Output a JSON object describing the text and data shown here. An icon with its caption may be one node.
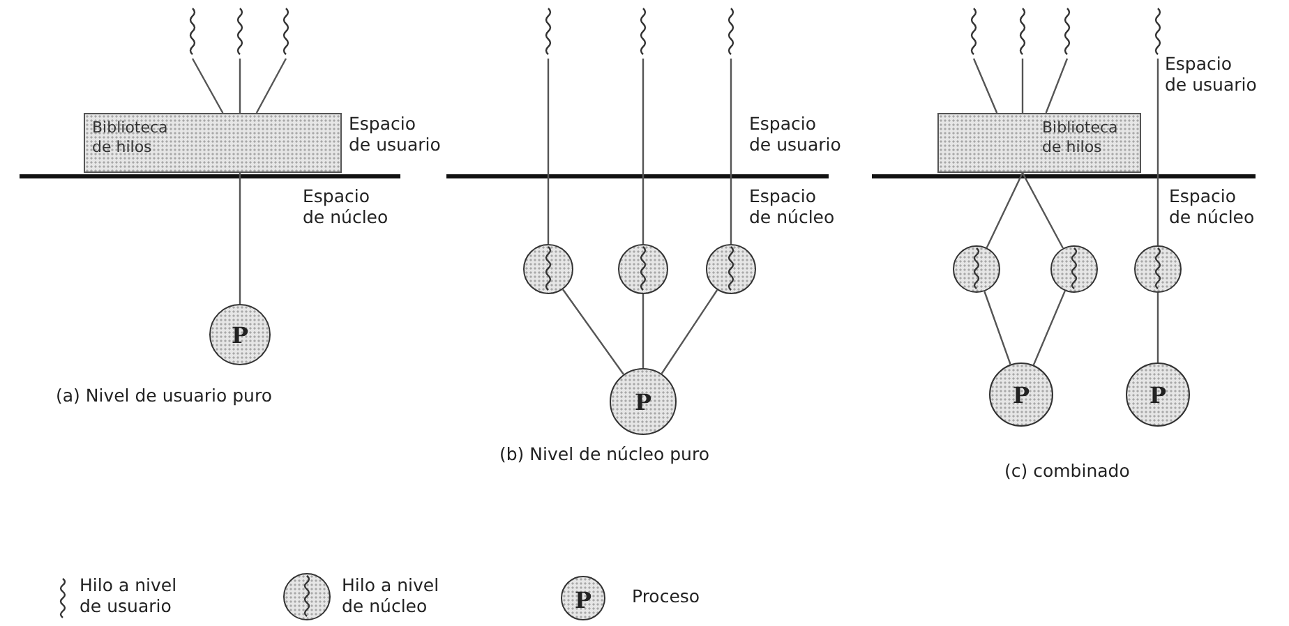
{
  "diagram": {
    "nodes": [
      {
        "text": [
          "Biblioteca de hilos"
        ]
      },
      {
        "text": [],
        "shape": "wave"
      },
      {
        "text": [],
        "shape": "wave"
      },
      {
        "text": [],
        "shape": "wave"
      },
      {
        "text": [
          "P"
        ]
      },
      {
        "text": [],
        "shape": "wave"
      },
      {
        "text": [],
        "shape": "wave"
      },
      {
        "text": [],
        "shape": "wave"
      },
      {
        "text": [],
        "shape": "circle"
      },
      {
        "text": [],
        "shape": "circle"
      },
      {
        "text": [],
        "shape": "circle"
      },
      {
        "text": [
          "P"
        ]
      },
      {
        "text": [
          "Biblioteca de hilos"
        ]
      },
      {
        "text": [],
        "shape": "wave"
      },
      {
        "text": [],
        "shape": "wave"
      },
      {
        "text": [],
        "shape": "wave"
      },
      {
        "text": [],
        "shape": "wave"
      },
      {
        "text": [],
        "shape": "circle"
      },
      {
        "text": [],
        "shape": "circle"
      },
      {
        "text": [],
        "shape": "circle"
      },
      {
        "text": [
          "P"
        ]
      },
      {
        "text": [
          "P"
        ]
      }
    ],
    "edges": [
      {
        "from": 1,
        "to": 0,
        "arrow": "none"
      },
      {
        "from": 2,
        "to": 0,
        "arrow": "none"
      },
      {
        "from": 3,
        "to": 0,
        "arrow": "none"
      },
      {
        "from": 0,
        "to": 4,
        "arrow": "none"
      },
      {
        "from": 5,
        "to": 8,
        "arrow": "none"
      },
      {
        "from": 6,
        "to": 9,
        "arrow": "none"
      },
      {
        "from": 7,
        "to": 10,
        "arrow": "none"
      },
      {
        "from": 8,
        "to": 11,
        "arrow": "none"
      },
      {
        "from": 9,
        "to": 11,
        "arrow": "none"
      },
      {
        "from": 10,
        "to": 11,
        "arrow": "none"
      },
      {
        "from": 13,
        "to": 12,
        "arrow": "none"
      },
      {
        "from": 14,
        "to": 12,
        "arrow": "none"
      },
      {
        "from": 15,
        "to": 12,
        "arrow": "none"
      },
      {
        "from": 12,
        "to": 17,
        "arrow": "none"
      },
      {
        "from": 12,
        "to": 18,
        "arrow": "none"
      },
      {
        "from": 16,
        "to": 19,
        "arrow": "none"
      },
      {
        "from": 17,
        "to": 20,
        "arrow": "none"
      },
      {
        "from": 18,
        "to": 20,
        "arrow": "none"
      },
      {
        "from": 19,
        "to": 21,
        "arrow": "none"
      }
    ],
    "labels": [
      "Espacio de usuario",
      "Espacio de núcleo",
      "Espacio de usuario",
      "Espacio de núcleo",
      "Espacio de usuario",
      "Espacio de núcleo",
      "(a) Nivel de usuario puro",
      "(b) Nivel de núcleo puro",
      "(c) combinado",
      "P"
    ],
    "legend": [
      {
        "text": "Hilo a nivel de usuario"
      },
      {
        "text": "Hilo a nivel de núcleo"
      },
      {
        "text": "Proceso"
      }
    ]
  }
}
